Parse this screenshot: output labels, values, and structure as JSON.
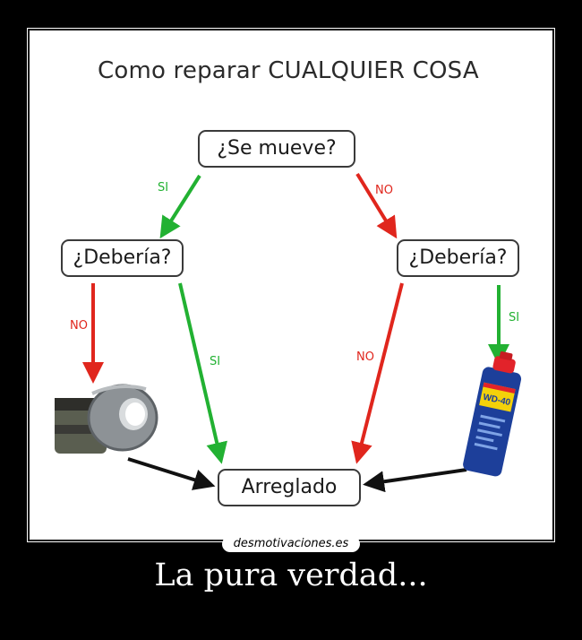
{
  "diagram": {
    "title": "Como reparar CUALQUIER COSA",
    "nodes": {
      "root": "¿Se mueve?",
      "left": "¿Debería?",
      "right": "¿Debería?",
      "result": "Arreglado"
    },
    "edge_labels": {
      "root_to_left": "SI",
      "root_to_right": "NO",
      "left_to_tape": "NO",
      "left_to_result": "SI",
      "right_to_result": "NO",
      "right_to_wd40": "SI"
    },
    "images": {
      "tape": "duct-tape-rolls",
      "wd40": "wd-40-spray-can",
      "wd40_brand": "WD-40"
    }
  },
  "colors": {
    "yes": "#22b132",
    "no": "#e0261d",
    "neutral": "#111111"
  },
  "watermark": "desmotivaciones.es",
  "caption": "La pura verdad..."
}
